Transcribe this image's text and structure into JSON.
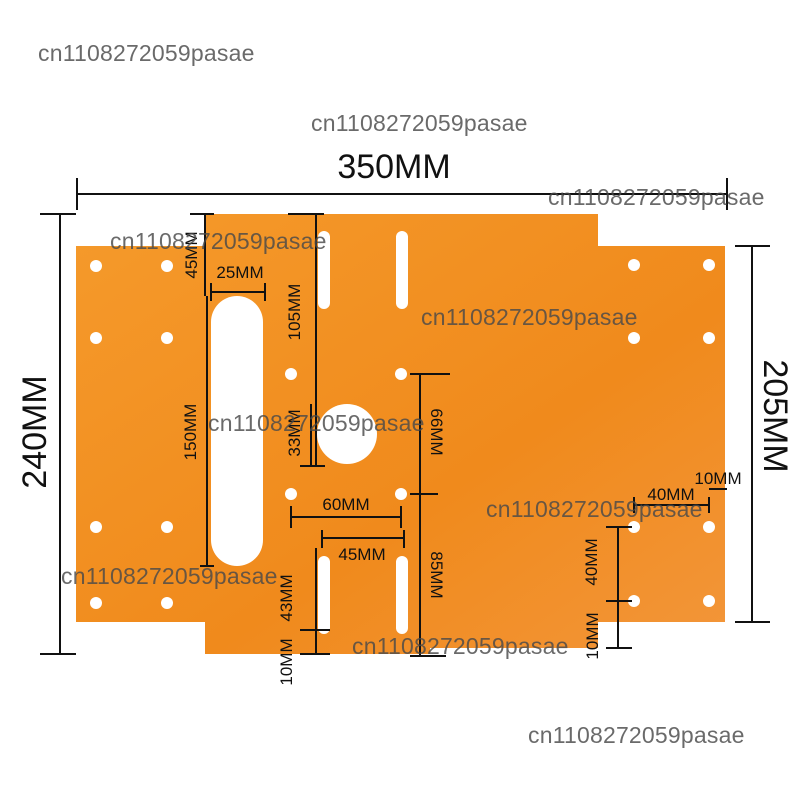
{
  "watermark_text": "cn1108272059pasae",
  "dimensions": {
    "overall_width": "350MM",
    "overall_height": "240MM",
    "right_height": "205MM",
    "slot_top_offset": "45MM",
    "slot_width": "25MM",
    "slot_length": "150MM",
    "upper_slot_length": "105MM",
    "circle_offset": "33MM",
    "center_vertical": "66MM",
    "hole_spacing_horizontal": "60MM",
    "lower_slot_spacing": "45MM",
    "lower_slot_length": "43MM",
    "lower_slot_bottom": "10MM",
    "lower_vertical": "85MM",
    "right_hole_spacing_h": "40MM",
    "right_edge_offset": "10MM",
    "right_hole_spacing_v": "40MM",
    "right_bottom_offset": "10MM"
  },
  "colors": {
    "plate": "#f08c1e",
    "plate_light": "#f6a13a",
    "line": "#111111",
    "hole": "#ffffff"
  }
}
